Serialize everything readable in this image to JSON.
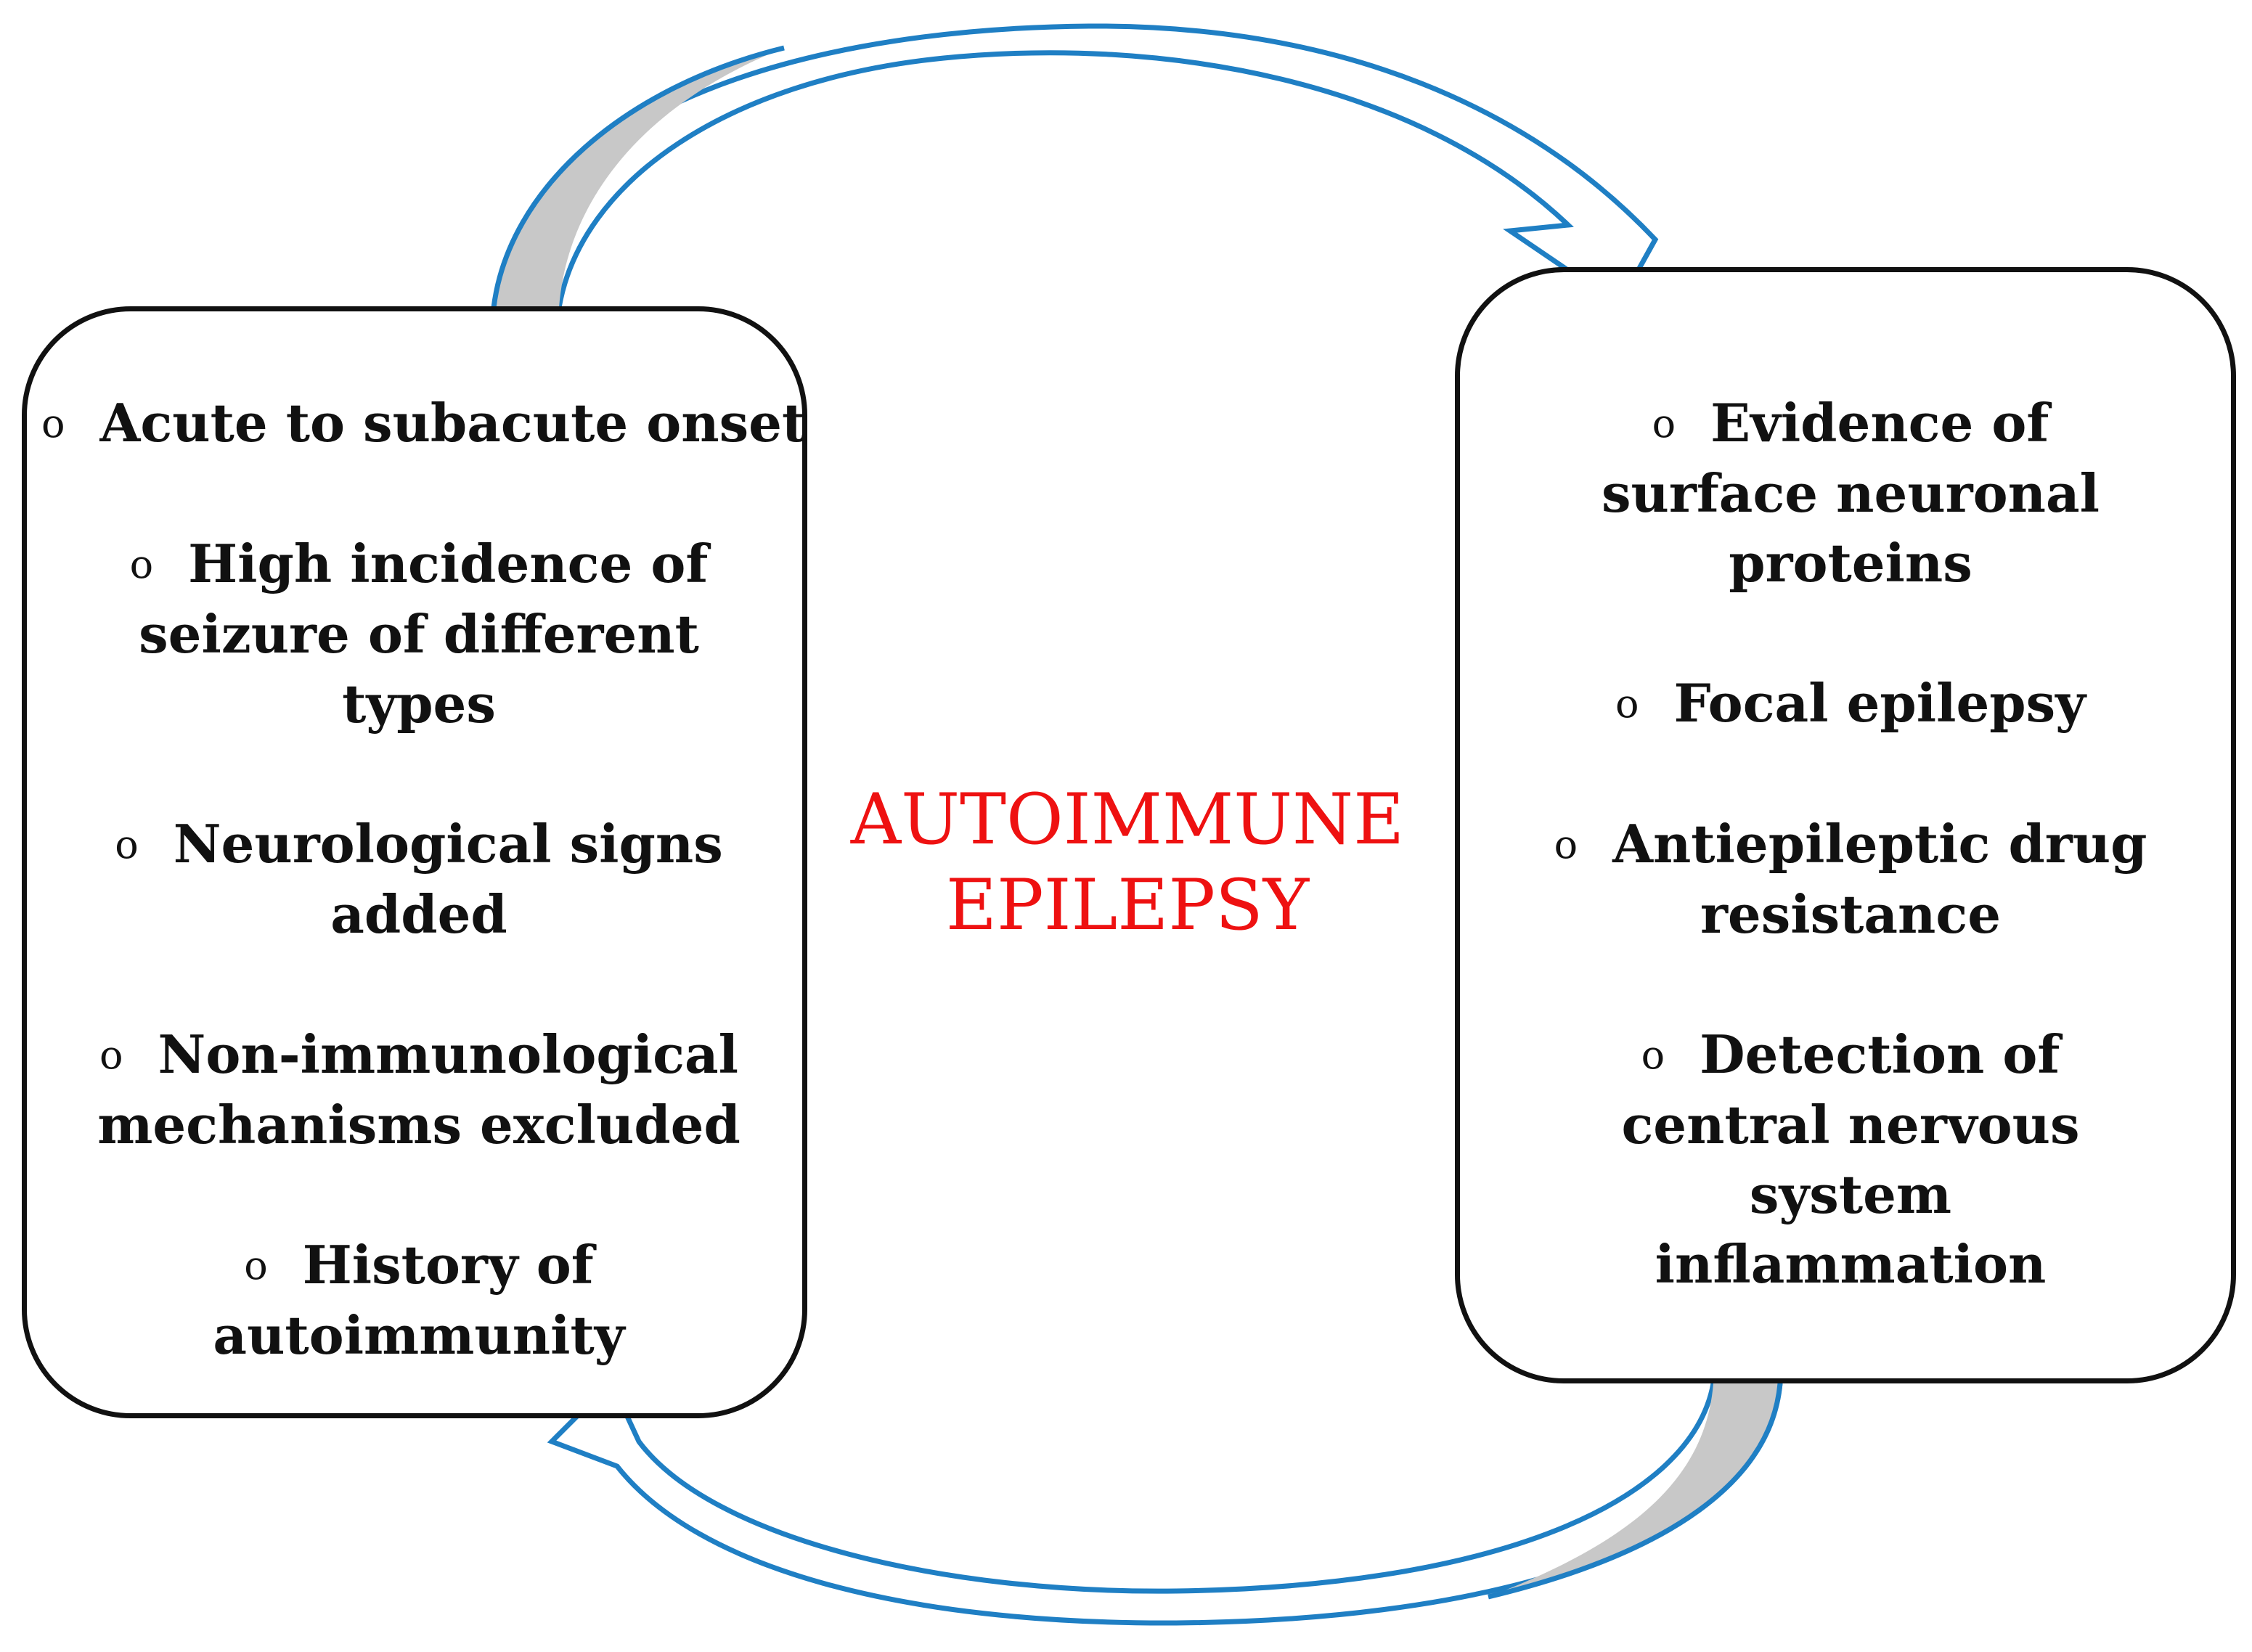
{
  "title": "AUTOIMMUNE EPILEPSY",
  "left_panel": {
    "items": [
      {
        "bullet": "o",
        "lines": [
          "Acute to subacute onset"
        ]
      },
      {
        "bullet": "o",
        "lines": [
          "High incidence of",
          "seizure of different",
          "types"
        ]
      },
      {
        "bullet": "o",
        "lines": [
          "Neurological signs",
          "added"
        ]
      },
      {
        "bullet": "o",
        "lines": [
          "Non-immunological",
          "mechanisms excluded"
        ]
      },
      {
        "bullet": "o",
        "lines": [
          "History of",
          "autoimmunity"
        ]
      }
    ]
  },
  "right_panel": {
    "items": [
      {
        "bullet": "o",
        "lines": [
          "Evidence of",
          "surface neuronal",
          "proteins"
        ]
      },
      {
        "bullet": "o",
        "lines": [
          "Focal epilepsy"
        ]
      },
      {
        "bullet": "o",
        "lines": [
          "Antiepileptic drug",
          "resistance"
        ]
      },
      {
        "bullet": "o",
        "lines": [
          "Detection of",
          "central nervous",
          "system",
          "inflammation"
        ]
      }
    ]
  },
  "colors": {
    "title": "#ee1111",
    "arrow_stroke": "#1f7fc4",
    "arrow_fill": "#c8c8c8",
    "arrow_inner": "#ffffff",
    "panel_border": "#111111",
    "text": "#111111"
  }
}
